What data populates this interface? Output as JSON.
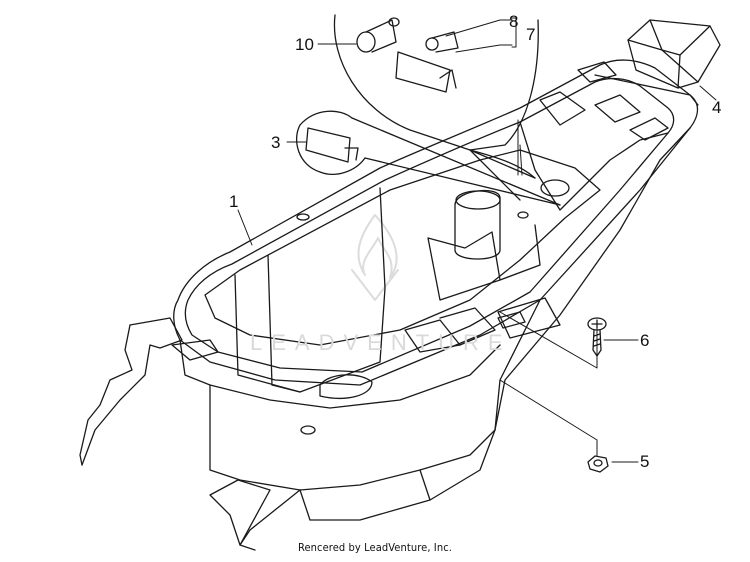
{
  "callouts": {
    "c1": "1",
    "c3": "3",
    "c4": "4",
    "c5": "5",
    "c6": "6",
    "c7": "7",
    "c8": "8",
    "c10": "10"
  },
  "watermark": "LEADVENTURE",
  "credit": "Rencered by LeadVenture, Inc.",
  "colors": {
    "line": "#1a1a1a",
    "watermark": "#d9d9d9",
    "background": "#ffffff"
  }
}
